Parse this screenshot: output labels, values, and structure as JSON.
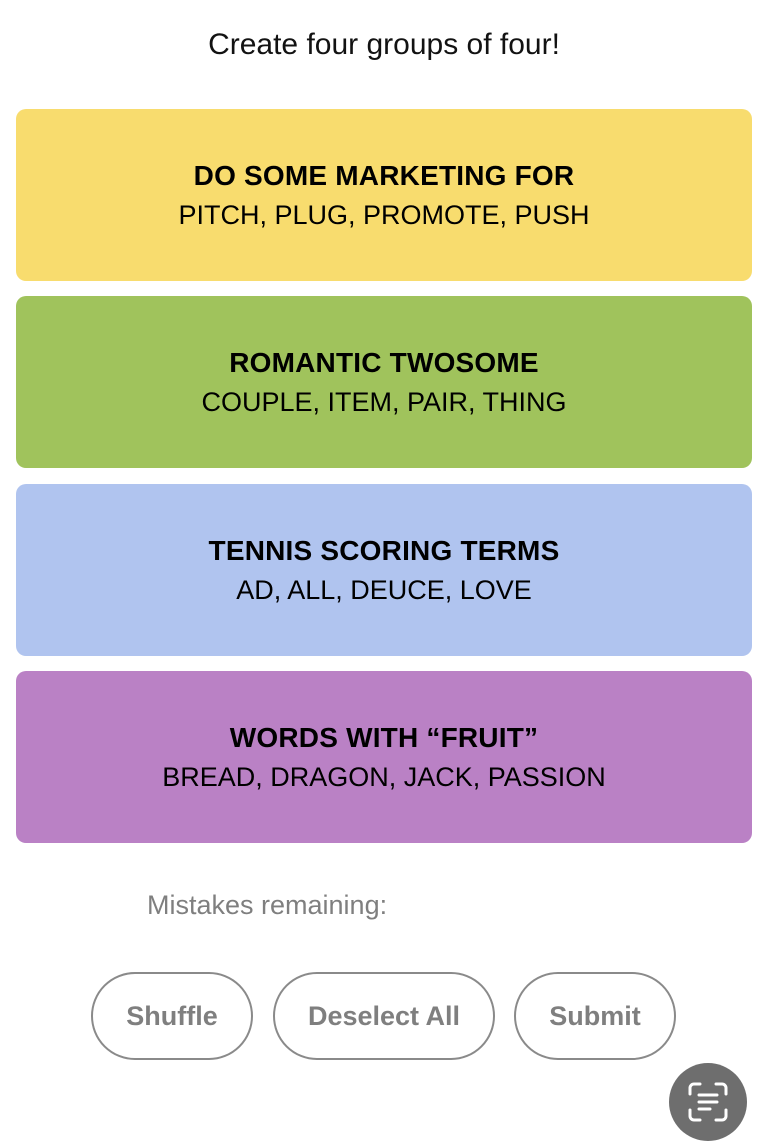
{
  "instructions": "Create four groups of four!",
  "groups": [
    {
      "title": "DO SOME MARKETING FOR",
      "members": "PITCH, PLUG, PROMOTE, PUSH",
      "color": "#f8dc6e"
    },
    {
      "title": "ROMANTIC TWOSOME",
      "members": "COUPLE, ITEM, PAIR, THING",
      "color": "#a0c35c"
    },
    {
      "title": "TENNIS SCORING TERMS",
      "members": "AD, ALL, DEUCE, LOVE",
      "color": "#b0c4ef"
    },
    {
      "title": "WORDS WITH “FRUIT”",
      "members": "BREAD, DRAGON, JACK, PASSION",
      "color": "#ba81c5"
    }
  ],
  "mistakes_label": "Mistakes remaining:",
  "buttons": {
    "shuffle": "Shuffle",
    "deselect_all": "Deselect All",
    "submit": "Submit"
  },
  "icons": {
    "scan": "text-scan-icon"
  }
}
